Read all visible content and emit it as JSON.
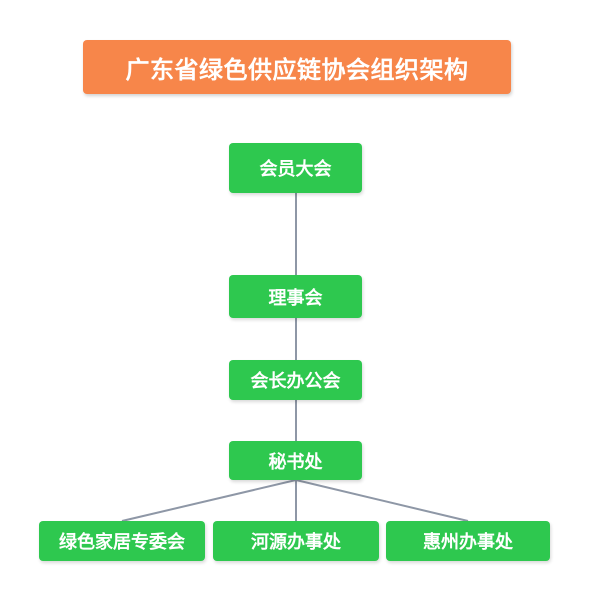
{
  "title": "广东省绿色供应链协会组织架构",
  "nodes": {
    "assembly": "会员大会",
    "council": "理事会",
    "presidents_office": "会长办公会",
    "secretariat": "秘书处",
    "committee": "绿色家居专委会",
    "heyuan_office": "河源办事处",
    "huizhou_office": "惠州办事处"
  },
  "colors": {
    "title_bg": "#f7864a",
    "node_bg": "#2ec84f",
    "text": "#ffffff",
    "connector": "#8e97a6"
  }
}
